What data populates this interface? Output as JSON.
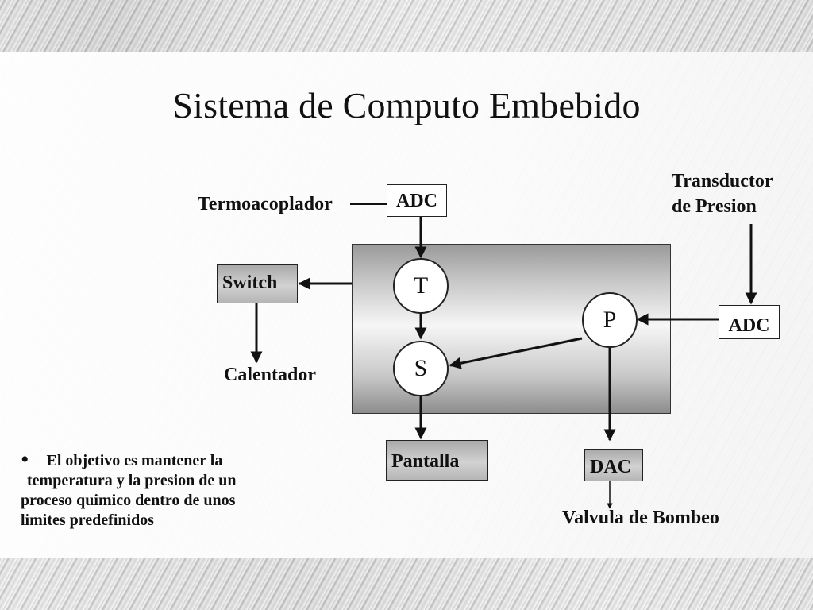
{
  "slide": {
    "title": "Sistema de Computo Embebido"
  },
  "diagram": {
    "sensor_temp_label": "Termoacoplador",
    "adc_top_label": "ADC",
    "sensor_pressure_line1": "Transductor",
    "sensor_pressure_line2": "de Presion",
    "adc_right_label": "ADC",
    "switch_label": "Switch",
    "heater_label": "Calentador",
    "node_t_label": "T",
    "node_p_label": "P",
    "node_s_label": "S",
    "display_label": "Pantalla",
    "dac_label": "DAC",
    "valve_label": "Valvula de Bombeo"
  },
  "note": {
    "bullet": "•",
    "line1": "El objetivo es mantener la",
    "line2": "temperatura y la presion de un",
    "line3": "proceso quimico dentro de unos",
    "line4": "limites predefinidos"
  }
}
